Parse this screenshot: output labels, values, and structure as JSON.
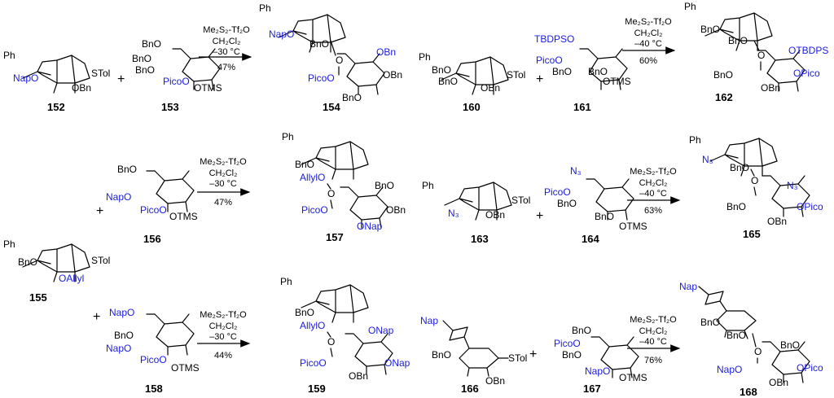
{
  "colors": {
    "ink": "#000000",
    "protecting_group_blue": "#1a1ae6"
  },
  "plus_sign": "+",
  "reactions": [
    {
      "donor": {
        "id": "152",
        "labels": {
          "ph": "Ph",
          "pg2": "NapO",
          "pg3": "OBn",
          "stol": "STol"
        }
      },
      "acceptor": {
        "id": "153",
        "labels": {
          "l1": "BnO",
          "l2": "BnO",
          "l3": "BnO",
          "pico": "PicoO",
          "otms": "OTMS"
        }
      },
      "conditions": {
        "reagent": "Me₂S₂-Tf₂O",
        "solvent": "CH₂Cl₂",
        "temp": "–30 °C",
        "yield": "47%"
      },
      "product": {
        "id": "154",
        "labels": {
          "ph": "Ph",
          "nap": "NapO",
          "bno": "BnO",
          "o": "O",
          "obn1": "OBn",
          "pico": "PicoO",
          "obn2": "OBn",
          "bno2": "BnO"
        }
      }
    },
    {
      "donor": {
        "id": "160",
        "labels": {
          "ph": "Ph",
          "l1": "BnO",
          "l2": "BnO",
          "obn": "OBn",
          "stol": "STol"
        }
      },
      "acceptor": {
        "id": "161",
        "labels": {
          "tbdps": "TBDPSO",
          "pico": "PicoO",
          "bno": "BnO",
          "obn": "BnO",
          "otms": "OTMS"
        }
      },
      "conditions": {
        "reagent": "Me₂S₂-Tf₂O",
        "solvent": "CH₂Cl₂",
        "temp": "–40 °C",
        "yield": "60%"
      },
      "product": {
        "id": "162",
        "labels": {
          "ph": "Ph",
          "bno": "BnO",
          "bno2": "BnO",
          "o": "O",
          "otbdps": "OTBDPS",
          "bno3": "BnO",
          "opico": "OPico",
          "obn": "OBn"
        }
      }
    },
    {
      "donor": {
        "id": "155",
        "labels": {
          "ph": "Ph",
          "bno": "BnO",
          "oallyl": "OAllyl",
          "stol": "STol"
        }
      },
      "acceptor": {
        "id": "156",
        "labels": {
          "bno": "BnO",
          "nap": "NapO",
          "pico": "PicoO",
          "otms": "OTMS"
        }
      },
      "conditions": {
        "reagent": "Me₂S₂-Tf₂O",
        "solvent": "CH₂Cl₂",
        "temp": "–30 °C",
        "yield": "47%"
      },
      "product": {
        "id": "157",
        "labels": {
          "ph": "Ph",
          "bno": "BnO",
          "allyl": "AllylO",
          "o": "O",
          "bno2": "BnO",
          "pico": "PicoO",
          "obn": "OBn",
          "onap": "ONap"
        }
      }
    },
    {
      "donor": {
        "id": "163",
        "labels": {
          "ph": "Ph",
          "n3": "N₃",
          "obn": "OBn",
          "stol": "STol"
        }
      },
      "acceptor": {
        "id": "164",
        "labels": {
          "n3": "N₃",
          "pico": "PicoO",
          "bno": "BnO",
          "bno2": "BnO",
          "otms": "OTMS"
        }
      },
      "conditions": {
        "reagent": "Me₂S₂-Tf₂O",
        "solvent": "CH₂Cl₂",
        "temp": "–40 °C",
        "yield": "63%"
      },
      "product": {
        "id": "165",
        "labels": {
          "ph": "Ph",
          "n3": "N₃",
          "bno": "BnO",
          "o": "O",
          "n3b": "N₃",
          "bno2": "BnO",
          "opico": "OPico",
          "obn": "OBn"
        }
      }
    },
    {
      "donor": {
        "id": "155"
      },
      "acceptor": {
        "id": "158",
        "labels": {
          "nap1": "NapO",
          "bno": "BnO",
          "nap2": "NapO",
          "pico": "PicoO",
          "otms": "OTMS"
        }
      },
      "conditions": {
        "reagent": "Me₂S₂-Tf₂O",
        "solvent": "CH₂Cl₂",
        "temp": "–30 °C",
        "yield": "44%"
      },
      "product": {
        "id": "159",
        "labels": {
          "ph": "Ph",
          "bno": "BnO",
          "allyl": "AllylO",
          "o": "O",
          "onap1": "ONap",
          "pico": "PicoO",
          "onap2": "ONap",
          "obn": "OBn"
        }
      }
    },
    {
      "donor": {
        "id": "166",
        "labels": {
          "nap": "Nap",
          "bno": "BnO",
          "obn": "OBn",
          "stol": "STol"
        }
      },
      "acceptor": {
        "id": "167",
        "labels": {
          "bno": "BnO",
          "pico": "PicoO",
          "bno2": "BnO",
          "nap": "NapO",
          "otms": "OTMS"
        }
      },
      "conditions": {
        "reagent": "Me₂S₂-Tf₂O",
        "solvent": "CH₂Cl₂",
        "temp": "–40 °C",
        "yield": "76%"
      },
      "product": {
        "id": "168",
        "labels": {
          "nap": "Nap",
          "bno": "BnO",
          "bno2": "BnO",
          "o": "O",
          "bno3": "BnO",
          "nap2": "NapO",
          "opico": "OPico",
          "obn": "OBn"
        }
      }
    }
  ]
}
